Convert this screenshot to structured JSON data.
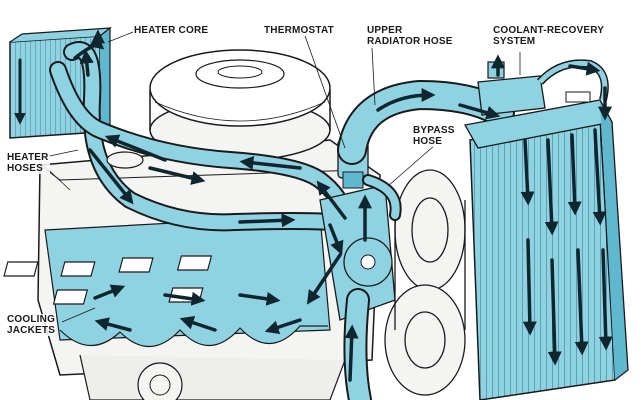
{
  "colors": {
    "coolant": "#8fd3e3",
    "coolant_dark": "#5fb8cf",
    "ink": "#1a1a1a",
    "engine": "#f4f4f2",
    "arrow": "#10262e"
  },
  "labels": {
    "heater_core": "HEATER CORE",
    "thermostat": "THERMOSTAT",
    "upper_radiator_hose": "UPPER\nRADIATOR HOSE",
    "coolant_recovery_system": "COOLANT-RECOVERY\nSYSTEM",
    "bypass_hose": "BYPASS\nHOSE",
    "heater_hoses": "HEATER\nHOSES",
    "cooling_jackets": "COOLING\nJACKETS"
  }
}
